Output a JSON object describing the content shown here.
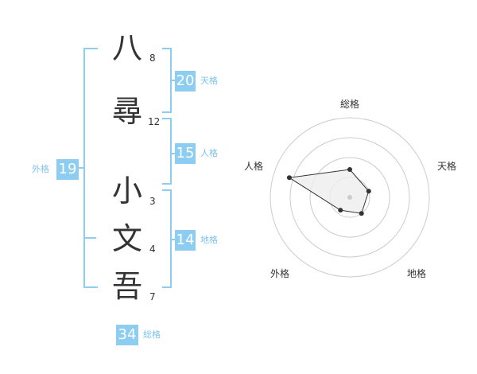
{
  "name": {
    "characters": [
      {
        "char": "八",
        "strokes": "8"
      },
      {
        "char": "尋",
        "strokes": "12"
      },
      {
        "char": "小",
        "strokes": "3"
      },
      {
        "char": "文",
        "strokes": "4"
      },
      {
        "char": "吾",
        "strokes": "7"
      }
    ]
  },
  "scores": {
    "tenkaku": {
      "value": "20",
      "label": "天格"
    },
    "jinkaku": {
      "value": "15",
      "label": "人格"
    },
    "chikaku": {
      "value": "14",
      "label": "地格"
    },
    "gaikaku": {
      "value": "19",
      "label": "外格"
    },
    "soukaku": {
      "value": "34",
      "label": "総格"
    }
  },
  "radar": {
    "axes": [
      "総格",
      "天格",
      "地格",
      "外格",
      "人格"
    ],
    "values": [
      0.35,
      0.25,
      0.25,
      0.2,
      0.8
    ],
    "max": 1,
    "ring_count": 4,
    "colors": {
      "ring": "#cccccc",
      "fill": "#eeeeee",
      "line": "#333333",
      "point": "#333333",
      "center": "#cccccc"
    }
  },
  "colors": {
    "accent": "#8ecdf2",
    "text": "#333333"
  }
}
